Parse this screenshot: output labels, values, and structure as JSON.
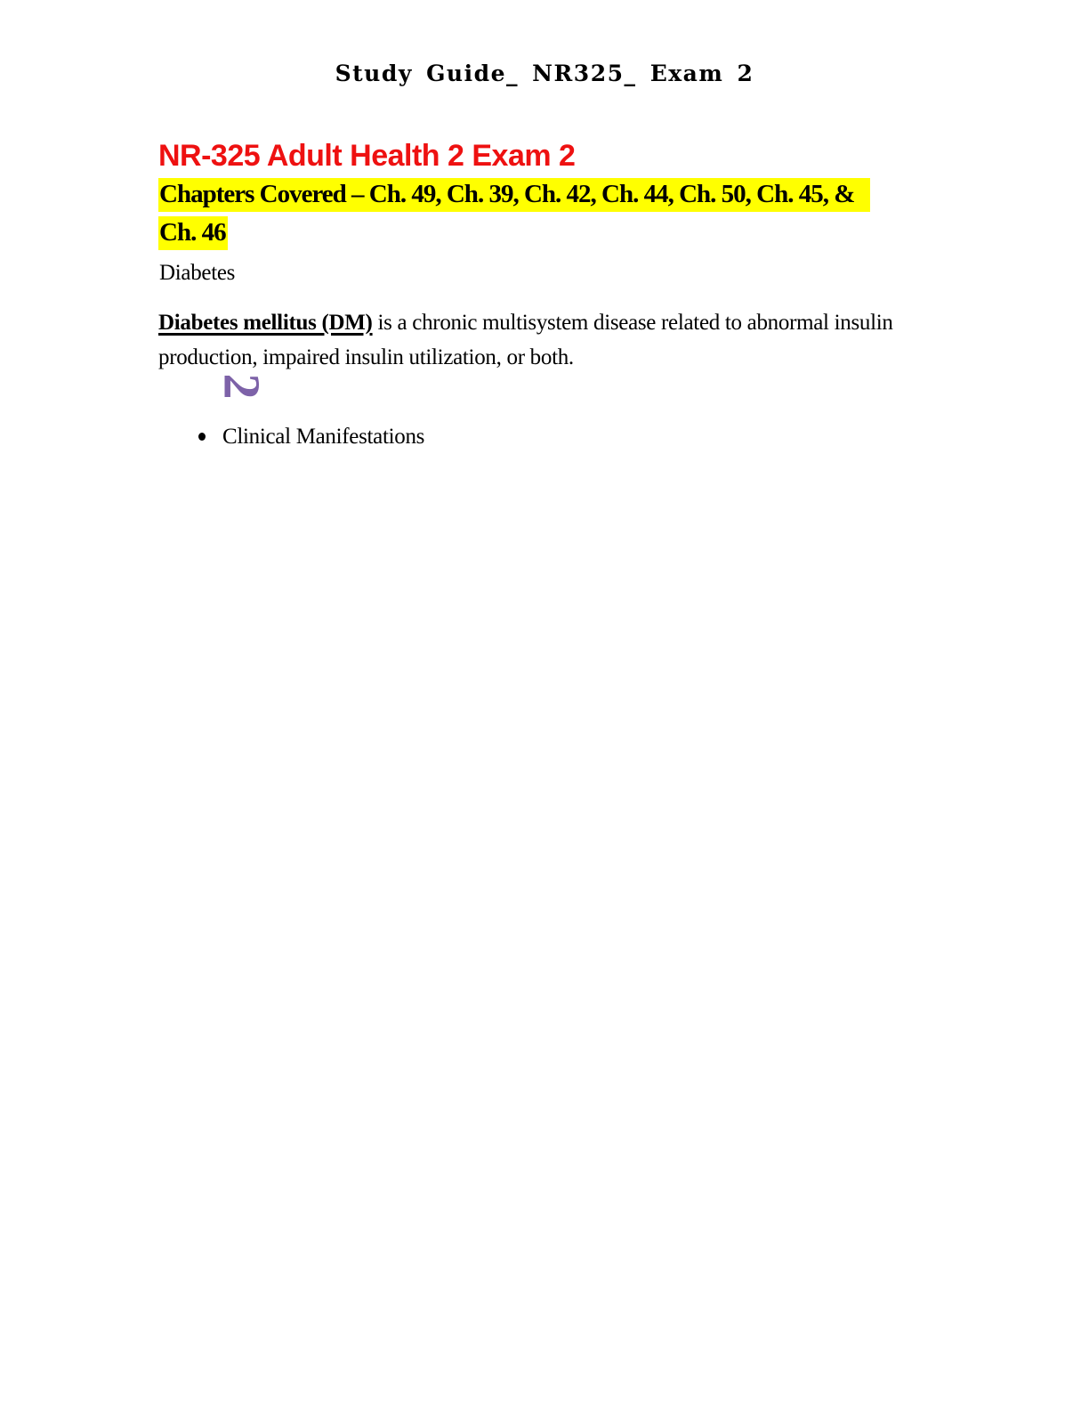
{
  "document": {
    "header": "Study Guide_ NR325_ Exam 2",
    "title": "NR-325 Adult Health 2 Exam 2",
    "chapters": {
      "line1": "Chapters Covered – Ch. 49, Ch. 39, Ch. 42, Ch. 44, Ch. 50, Ch. 45, &",
      "line2": "Ch. 46"
    },
    "section_label": "Diabetes",
    "definition": {
      "term": "Diabetes mellitus (DM)",
      "rest": " is a chronic multisystem disease related to abnormal insulin production, impaired insulin utilization, or both."
    },
    "decorative_glyph": "2",
    "bullets": [
      "Clinical Manifestations"
    ],
    "colors": {
      "title_red": "#EE1111",
      "highlight_yellow": "#FFFF00",
      "glyph_purple": "#7D62A8",
      "text_black": "#000000"
    }
  }
}
